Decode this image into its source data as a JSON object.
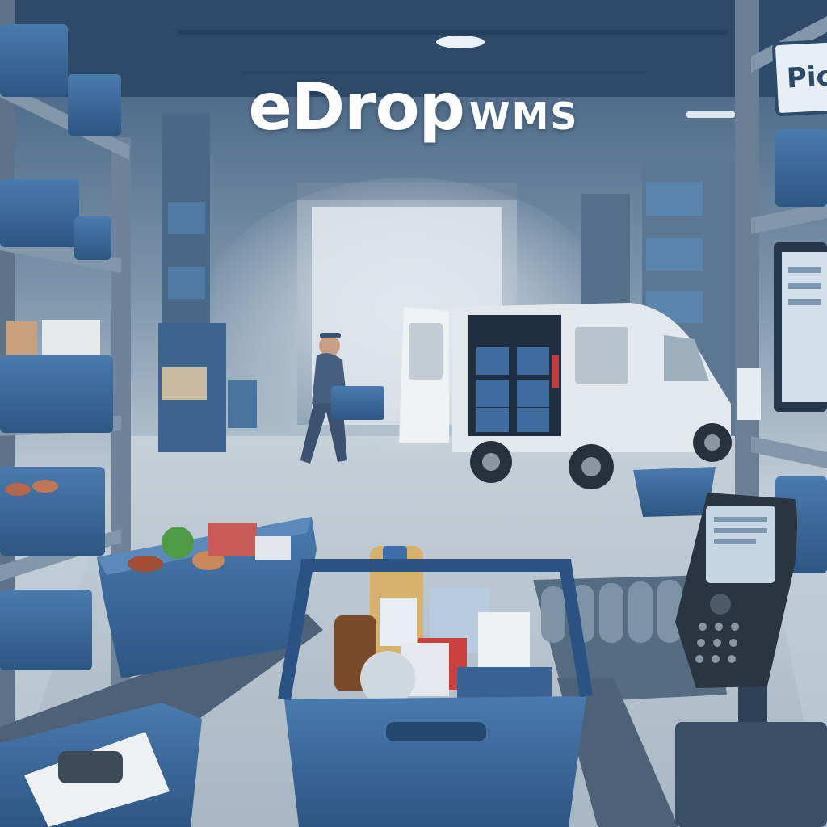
{
  "logo": {
    "brand": "eDrop",
    "suffix": "WMS"
  },
  "sign": {
    "text": "Pick"
  },
  "palette": {
    "shadow_blue": "#2c4462",
    "bin_blue": "#3e6c9f",
    "bin_dark": "#23476f",
    "fog": "#c9d3dc",
    "floor": "#b9c5cf",
    "van_white": "#e3e8ec"
  }
}
